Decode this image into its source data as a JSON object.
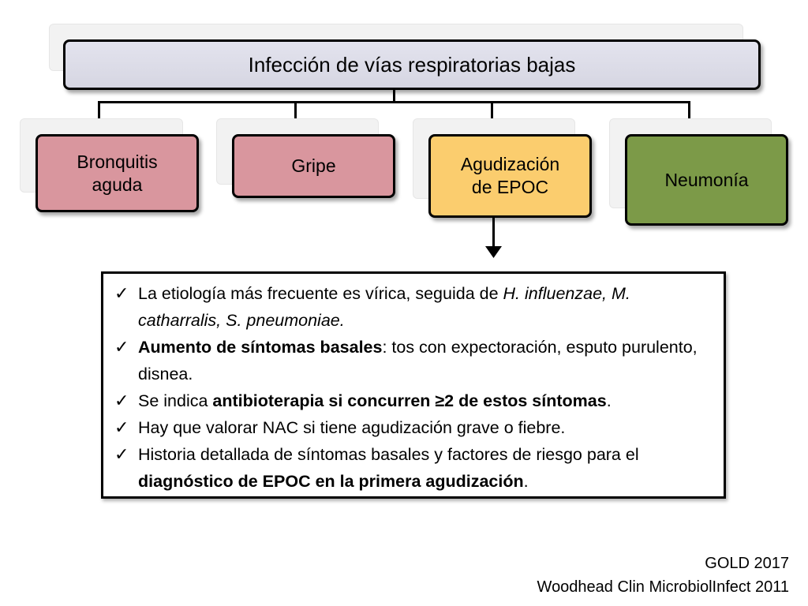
{
  "diagram": {
    "title": "Infección de vías respiratorias bajas",
    "children": [
      {
        "label": "Bronquitis\naguda",
        "color": "#d9969e"
      },
      {
        "label": "Gripe",
        "color": "#d9969e"
      },
      {
        "label": "Agudización\nde EPOC",
        "color": "#fbcd6e"
      },
      {
        "label": "Neumonía",
        "color": "#7c9a48"
      }
    ]
  },
  "info": {
    "items": [
      {
        "parts": [
          {
            "text": "La etiología más frecuente es vírica, seguida de "
          },
          {
            "text": "H. influenzae,",
            "style": "italic"
          },
          {
            "text": " "
          },
          {
            "text": "M. catharralis, S. pneumoniae.",
            "style": "italic"
          }
        ]
      },
      {
        "parts": [
          {
            "text": "Aumento de síntomas basales",
            "style": "bold"
          },
          {
            "text": ": tos con expectoración, esputo purulento, disnea."
          }
        ]
      },
      {
        "parts": [
          {
            "text": "Se indica "
          },
          {
            "text": "antibioterapia si concurren ≥2 de estos síntomas",
            "style": "bold"
          },
          {
            "text": "."
          }
        ]
      },
      {
        "parts": [
          {
            "text": "Hay que valorar NAC si tiene agudización grave o fiebre."
          }
        ]
      },
      {
        "parts": [
          {
            "text": "Historia detallada de síntomas basales y factores de riesgo para el "
          },
          {
            "text": "diagnóstico de EPOC en la primera agudización",
            "style": "bold"
          },
          {
            "text": "."
          }
        ]
      }
    ]
  },
  "footer": {
    "line1": "GOLD 2017",
    "line2": "Woodhead Clin MicrobiolInfect 2011"
  }
}
